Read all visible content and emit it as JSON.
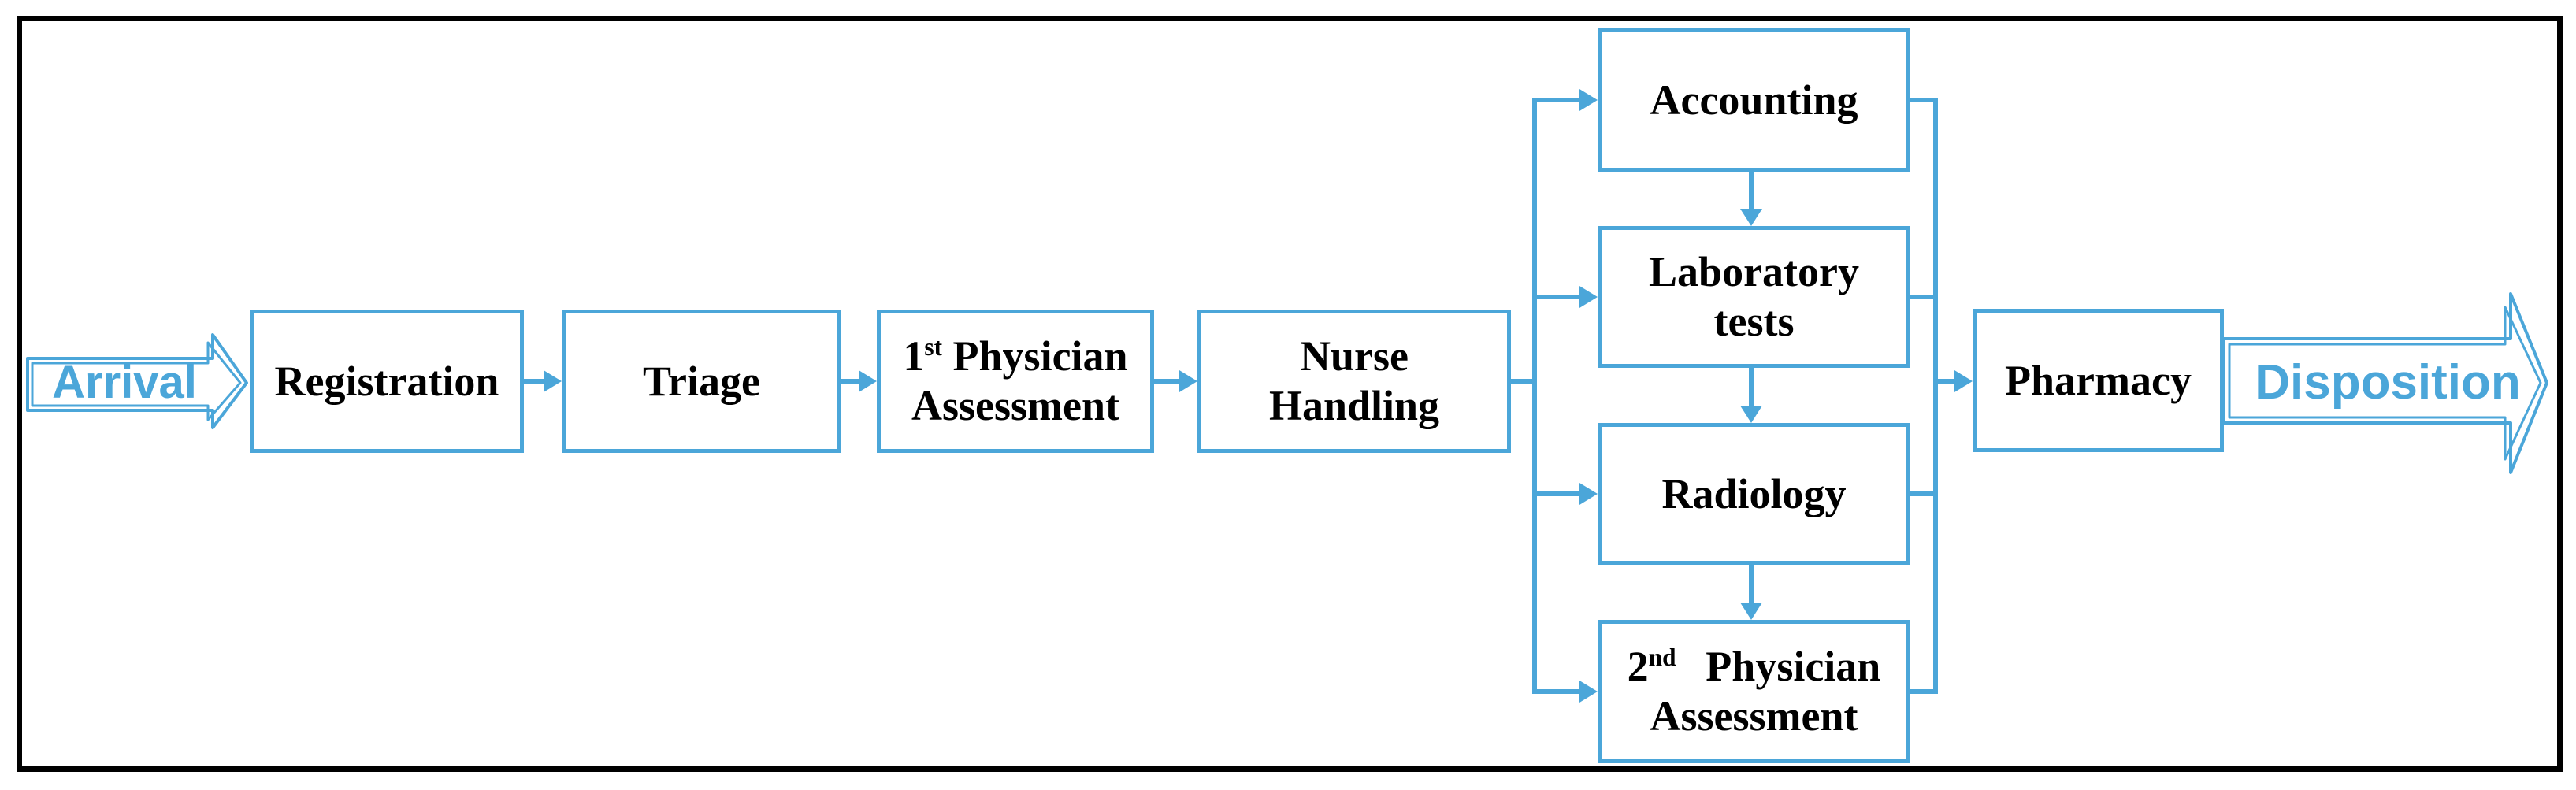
{
  "figure": {
    "background_color": "#ffffff",
    "frame_color": "#000000",
    "accent_blue": "#4BA6D9",
    "text_color": "#000000"
  },
  "start_arrow": {
    "label": "Arrival"
  },
  "end_arrow": {
    "label": "Disposition"
  },
  "boxes": {
    "registration": {
      "label": "Registration"
    },
    "triage": {
      "label": "Triage"
    },
    "first_assessment": {
      "num": "1",
      "sup": "st",
      "rest": " Physician",
      "line2": "Assessment"
    },
    "nurse": {
      "line1": "Nurse",
      "line2": "Handling"
    },
    "accounting": {
      "label": "Accounting"
    },
    "lab": {
      "line1": "Laboratory",
      "line2": "tests"
    },
    "radiology": {
      "label": "Radiology"
    },
    "second_assessment": {
      "num": "2",
      "sup": "nd",
      "rest": " Physician",
      "line2": "Assessment"
    },
    "pharmacy": {
      "label": "Pharmacy"
    }
  }
}
